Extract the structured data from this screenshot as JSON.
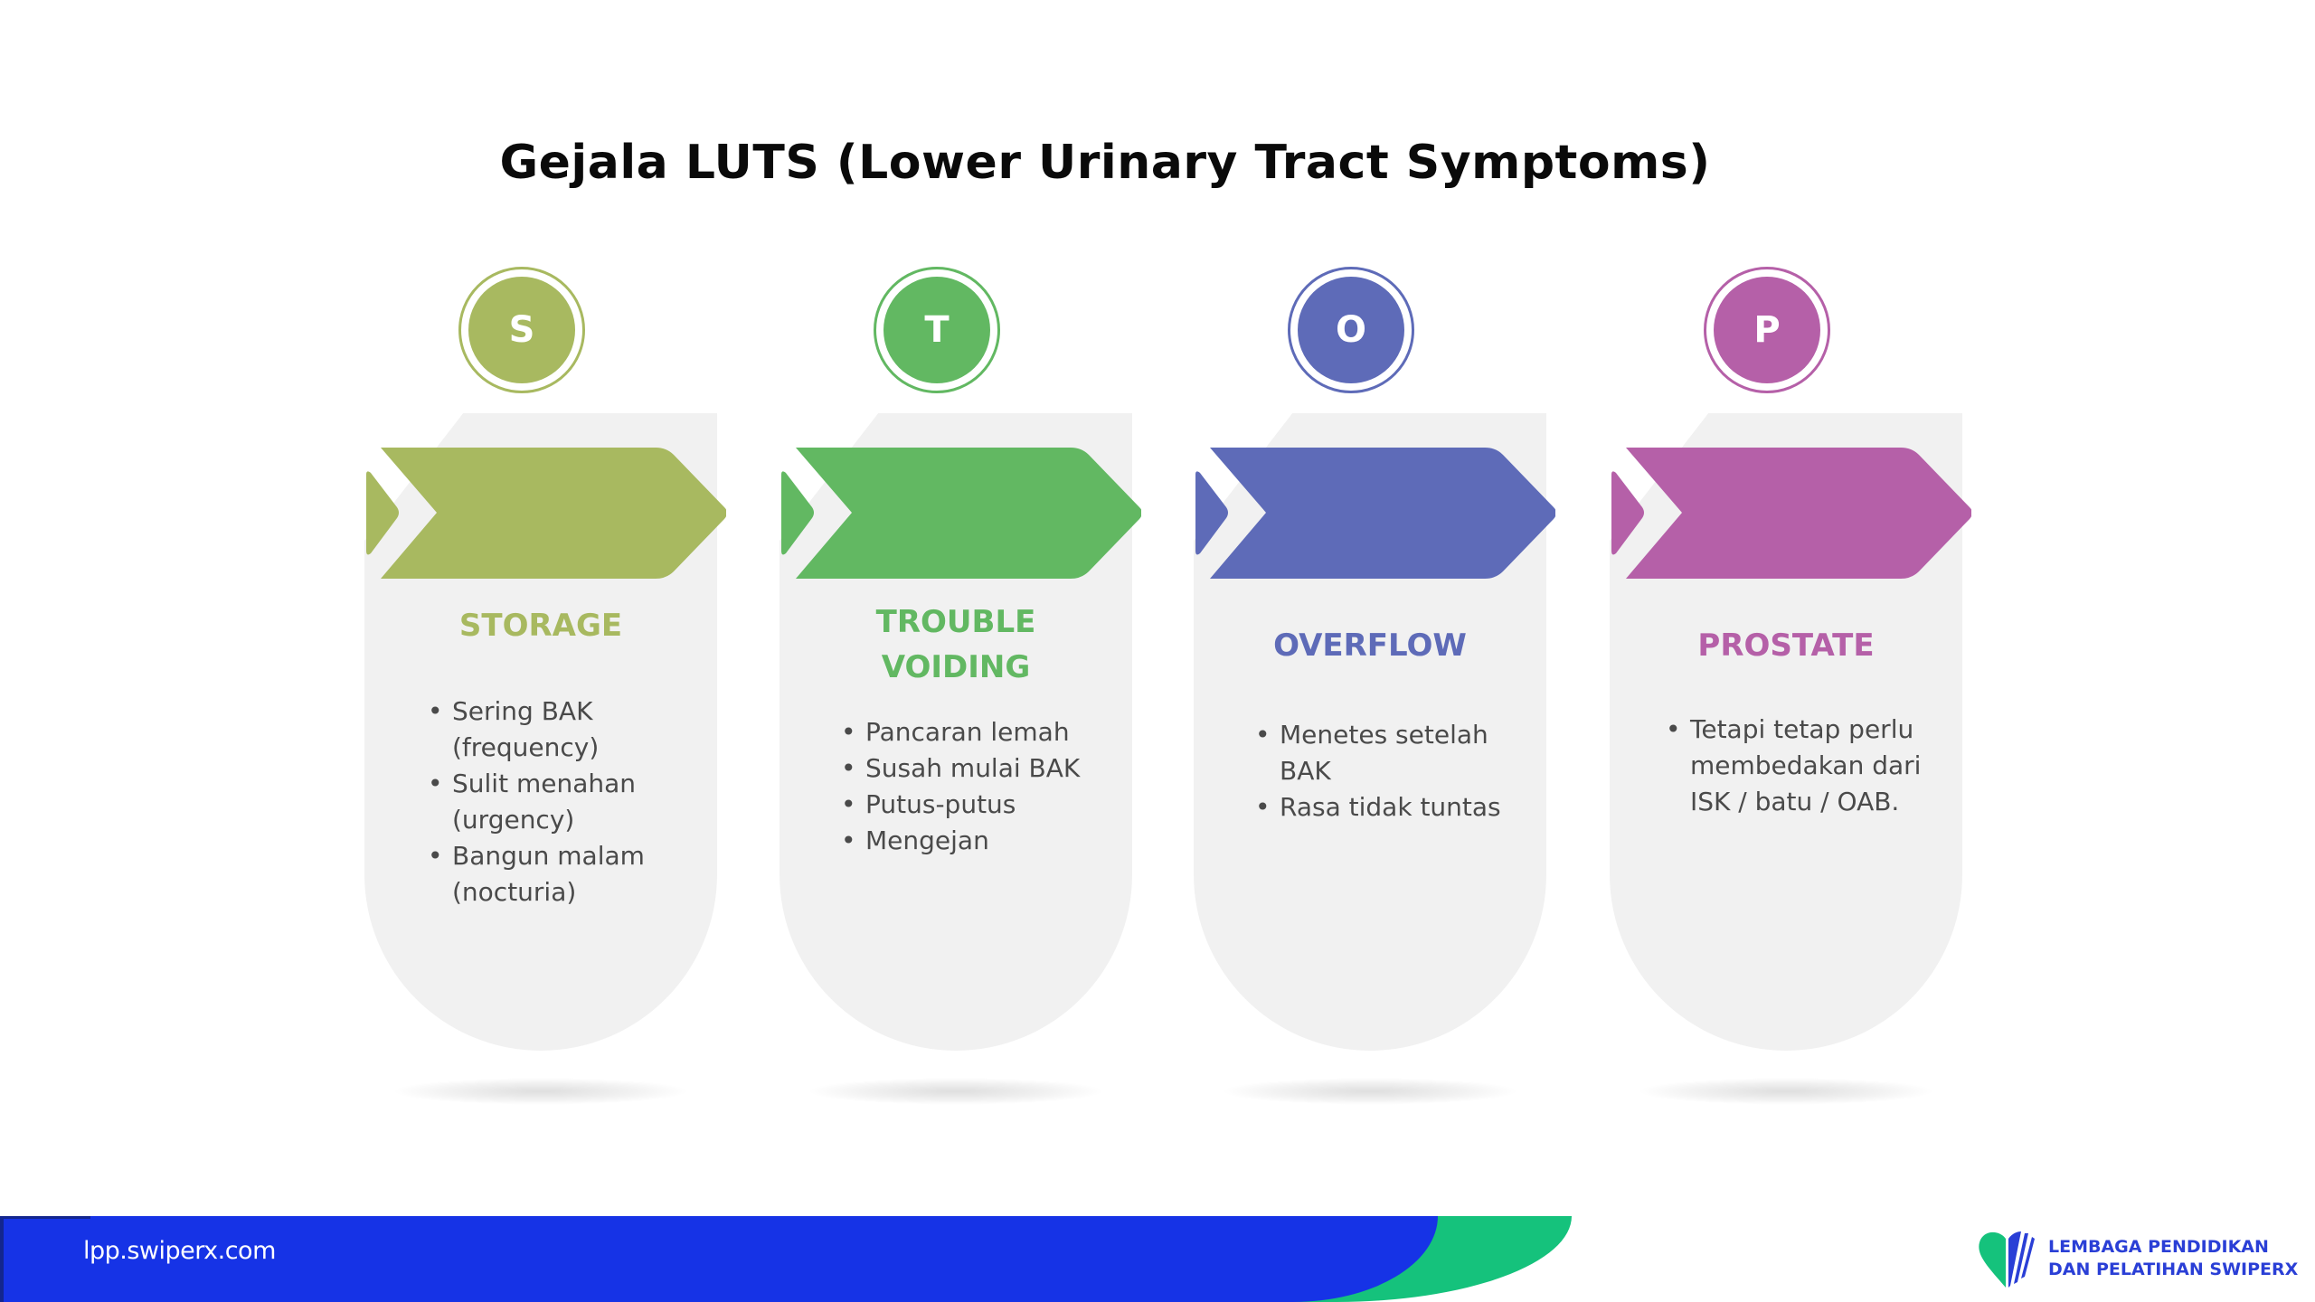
{
  "title": "Gejala LUTS (Lower Urinary Tract Symptoms)",
  "cards": [
    {
      "letter": "S",
      "heading_lines": [
        "STORAGE"
      ],
      "color": "#a8b960",
      "bullets": [
        [
          "Sering BAK",
          "(frequency)"
        ],
        [
          "Sulit menahan",
          "(urgency)"
        ],
        [
          "Bangun malam",
          "(nocturia)"
        ]
      ]
    },
    {
      "letter": "T",
      "heading_lines": [
        "TROUBLE",
        "VOIDING"
      ],
      "color": "#62b862",
      "bullets": [
        [
          "Pancaran lemah"
        ],
        [
          "Susah mulai BAK"
        ],
        [
          "Putus-putus"
        ],
        [
          "Mengejan"
        ]
      ]
    },
    {
      "letter": "O",
      "heading_lines": [
        "OVERFLOW"
      ],
      "color": "#5e6bb8",
      "bullets": [
        [
          "Menetes setelah",
          "BAK"
        ],
        [
          "Rasa tidak tuntas"
        ]
      ]
    },
    {
      "letter": "P",
      "heading_lines": [
        "PROSTATE"
      ],
      "color": "#b560a8",
      "bullets": [
        [
          "Tetapi tetap perlu",
          "membedakan dari",
          "ISK / batu / OAB."
        ]
      ]
    }
  ],
  "footer": {
    "url": "lpp.swiperx.com",
    "colors": {
      "blue": "#1633e6",
      "green": "#15c27c"
    }
  },
  "logo": {
    "line1": "LEMBAGA PENDIDIKAN",
    "line2": "DAN PELATIHAN SWIPERX",
    "colors": {
      "heart_left": "#15c27c",
      "heart_right": "#2a3fd6"
    }
  }
}
